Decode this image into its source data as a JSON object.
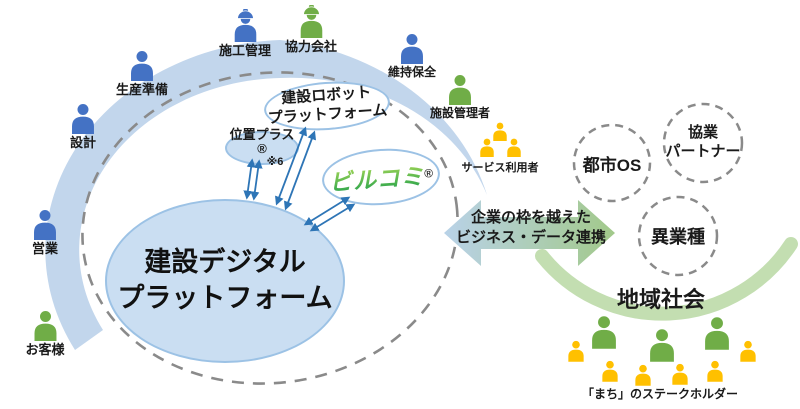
{
  "colors": {
    "person_blue": "#4472c4",
    "person_green": "#70ad47",
    "person_yellow": "#ffc000",
    "swoosh_blue": "#c2d6ec",
    "platform_fill": "#cadef2",
    "ellipse_stroke": "#9cc2e5",
    "arrow_blue": "#2e75b6",
    "dash_gray": "#8a8a8a",
    "arc_green": "#c3deb1",
    "connector_left": "#b9d2e8",
    "connector_right": "#a2c98a",
    "circle_fill_green": "#d2e7c8",
    "logo_top": "#9ed455",
    "logo_bottom": "#23a14c",
    "text_dark": "#1a1a1a"
  },
  "platform": {
    "line1": "建設デジタル",
    "line2": "プラットフォーム"
  },
  "sub_platforms": {
    "robot": {
      "line1": "建設ロボット",
      "line2": "プラットフォーム"
    },
    "ichi_plus": {
      "label": "位置プラス®",
      "note": "※6"
    },
    "birucomi": {
      "label": "ビルコミ",
      "reg": "®"
    }
  },
  "connector": {
    "line1": "企業の枠を越えた",
    "line2": "ビジネス・データ連携"
  },
  "external": {
    "toshi_os": "都市OS",
    "kyogyo_line1": "協業",
    "kyogyo_line2": "パートナー",
    "igyoshu": "異業種",
    "chiiki_shakai": "地域社会",
    "machi_stakeholder": "「まち」のステークホルダー"
  },
  "people": {
    "arc": [
      {
        "label": "お客様"
      },
      {
        "label": "営業"
      },
      {
        "label": "設計"
      },
      {
        "label": "生産準備"
      },
      {
        "label": "施工管理"
      },
      {
        "label": "協力会社"
      },
      {
        "label": "維持保全"
      },
      {
        "label": "施設管理者"
      },
      {
        "label": "サービス利用者"
      }
    ]
  },
  "icons": {
    "person": "person-silhouette",
    "person_helmet": "person-with-hard-hat"
  }
}
